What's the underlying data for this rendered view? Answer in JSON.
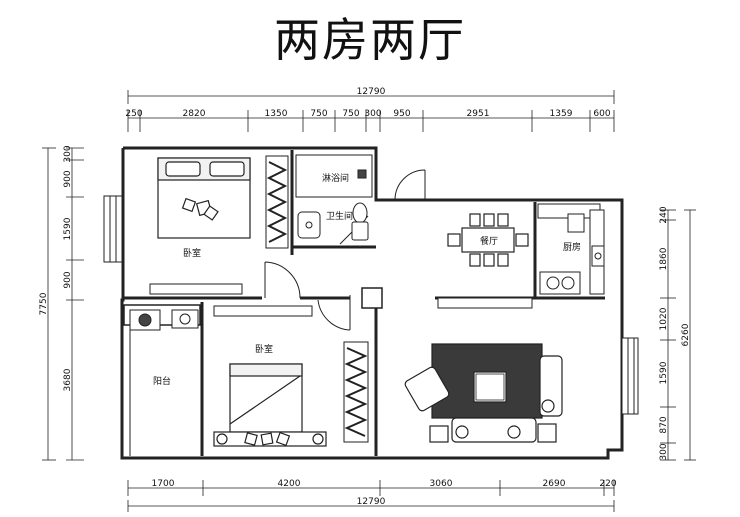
{
  "title": "两房两厅",
  "dims": {
    "top_total": "12790",
    "top": [
      "250",
      "2820",
      "1350",
      "750",
      "750",
      "300",
      "950",
      "2951",
      "1359",
      "600"
    ],
    "bottom": [
      "1700",
      "4200",
      "3060",
      "2690",
      "220"
    ],
    "bottom_total": "12790",
    "left_total": "7750",
    "left": [
      "300",
      "900",
      "1590",
      "900",
      "3680"
    ],
    "right_total": "6260",
    "right": [
      "240",
      "1860",
      "1020",
      "1590",
      "870",
      "300"
    ]
  },
  "rooms": {
    "bedroom_top": "卧室",
    "bedroom_bottom": "卧室",
    "shower": "淋浴间",
    "bathroom": "卫生间",
    "dining": "餐厅",
    "kitchen": "厨房",
    "balcony": "阳台"
  }
}
